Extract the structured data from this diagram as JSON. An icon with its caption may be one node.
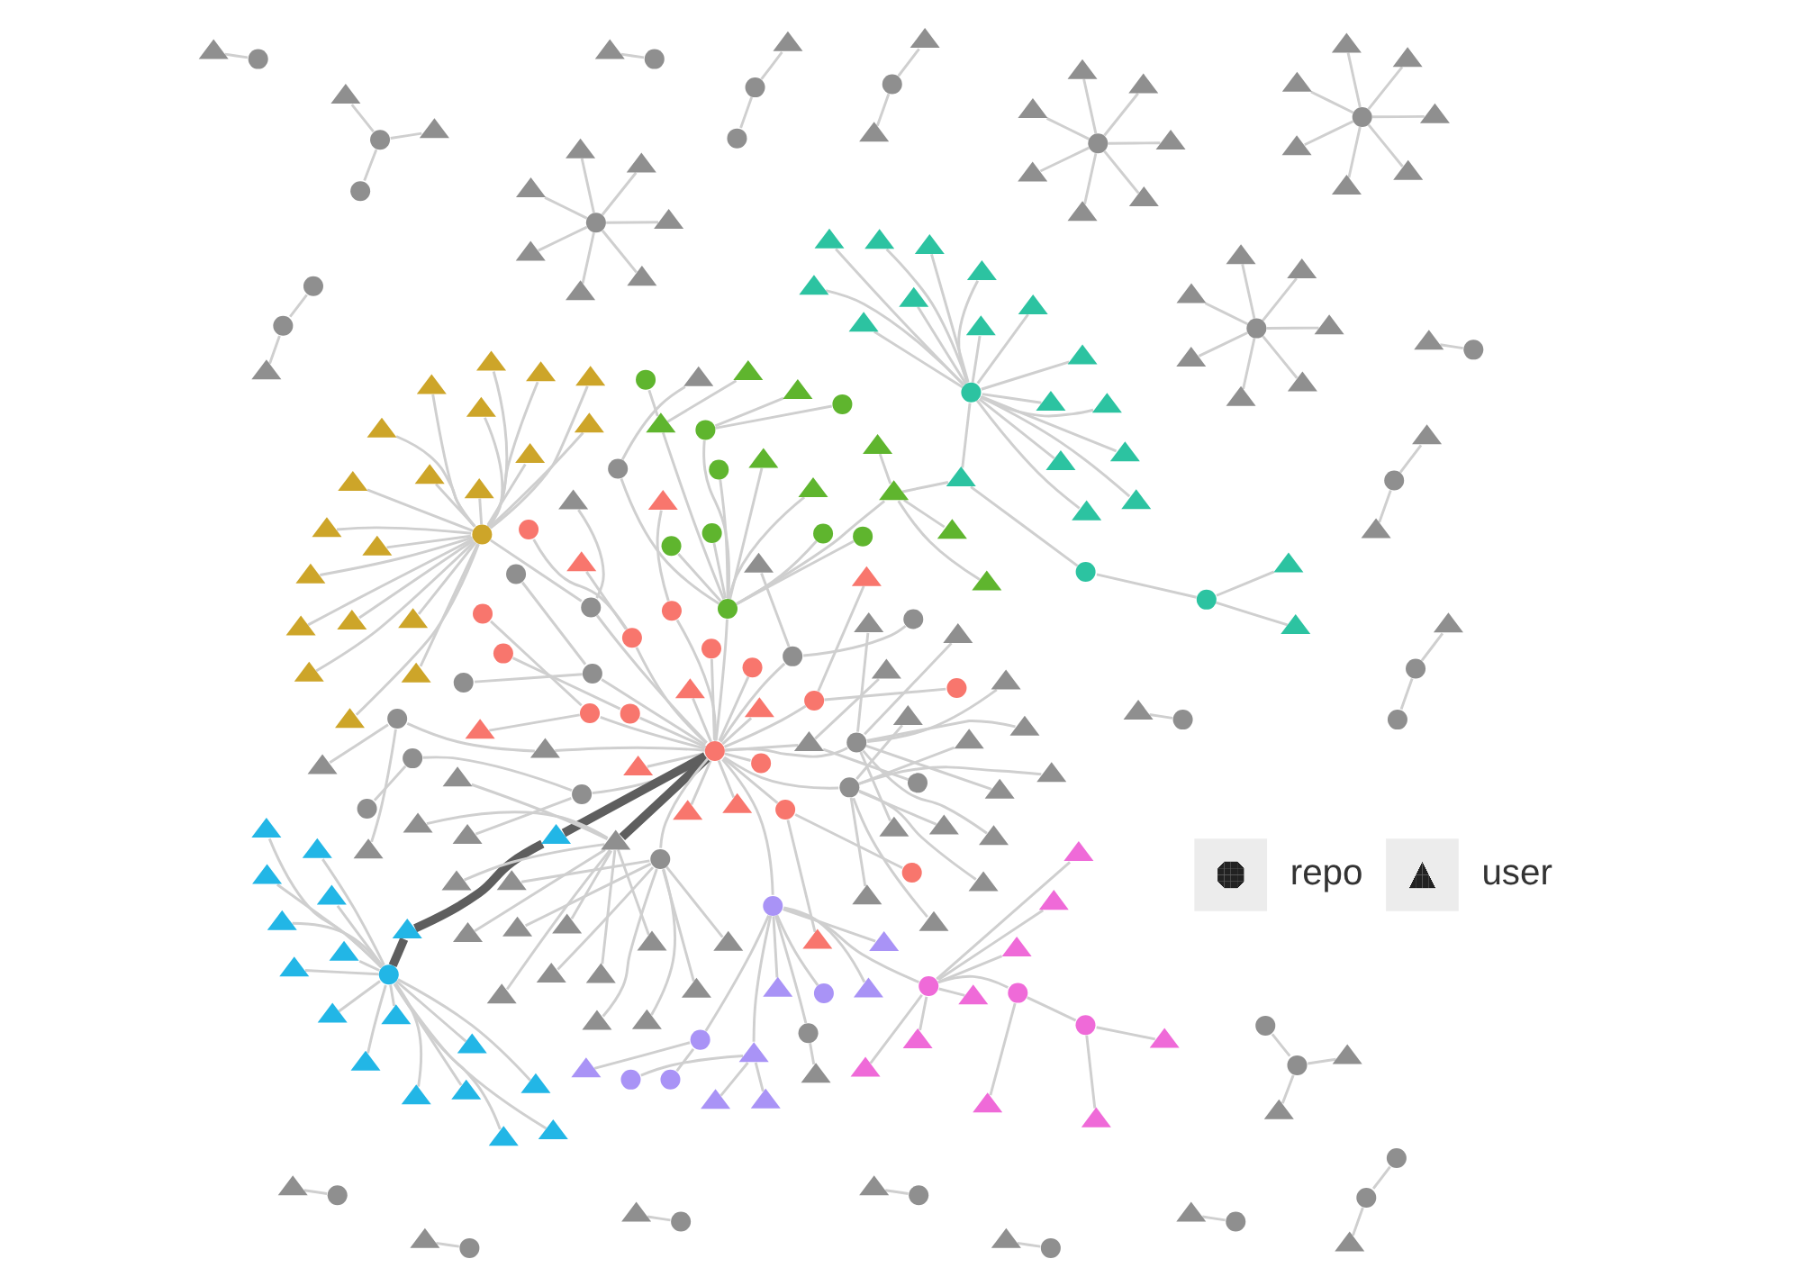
{
  "diagram": {
    "nodes": [
      {
        "text": [],
        "shape": "circle"
      },
      {
        "text": [],
        "shape": "circle"
      },
      {
        "text": [],
        "shape": "triangle"
      },
      {
        "text": [],
        "shape": "circle"
      },
      {
        "text": [],
        "shape": "circle"
      },
      {
        "text": [],
        "shape": "triangle"
      },
      {
        "text": [],
        "shape": "circle"
      },
      {
        "text": [],
        "shape": "triangle"
      },
      {
        "text": [],
        "shape": "circle"
      },
      {
        "text": [],
        "shape": "circle"
      },
      {
        "text": [],
        "shape": "triangle"
      },
      {
        "text": [],
        "shape": "circle"
      },
      {
        "text": [],
        "shape": "triangle"
      },
      {
        "text": [],
        "shape": "circle"
      },
      {
        "text": [],
        "shape": "circle"
      },
      {
        "text": [],
        "shape": "triangle"
      },
      {
        "text": [],
        "shape": "circle"
      },
      {
        "text": [],
        "shape": "triangle"
      },
      {
        "text": [],
        "shape": "circle"
      },
      {
        "text": [],
        "shape": "circle"
      },
      {
        "text": [],
        "shape": "triangle"
      },
      {
        "text": [],
        "shape": "circle"
      },
      {
        "text": [],
        "shape": "triangle"
      },
      {
        "text": [],
        "shape": "circle"
      },
      {
        "text": [],
        "shape": "triangle"
      },
      {
        "text": [],
        "shape": "circle"
      },
      {
        "text": [],
        "shape": "triangle"
      },
      {
        "text": [],
        "shape": "triangle"
      },
      {
        "text": [],
        "shape": "triangle"
      },
      {
        "text": [],
        "shape": "triangle"
      },
      {
        "text": [],
        "shape": "triangle"
      },
      {
        "text": [],
        "shape": "triangle"
      },
      {
        "text": [],
        "shape": "triangle"
      },
      {
        "text": [],
        "shape": "triangle"
      },
      {
        "text": [],
        "shape": "triangle"
      },
      {
        "text": [],
        "shape": "triangle"
      },
      {
        "text": [],
        "shape": "triangle"
      },
      {
        "text": [],
        "shape": "triangle"
      },
      {
        "text": [],
        "shape": "triangle"
      },
      {
        "text": [],
        "shape": "triangle"
      },
      {
        "text": [],
        "shape": "triangle"
      },
      {
        "text": [],
        "shape": "triangle"
      },
      {
        "text": [],
        "shape": "triangle"
      },
      {
        "text": [],
        "shape": "triangle"
      },
      {
        "text": [],
        "shape": "triangle"
      },
      {
        "text": [],
        "shape": "triangle"
      },
      {
        "text": [],
        "shape": "circle"
      },
      {
        "text": [],
        "shape": "triangle"
      },
      {
        "text": [],
        "shape": "triangle"
      },
      {
        "text": [],
        "shape": "triangle"
      },
      {
        "text": [],
        "shape": "triangle"
      },
      {
        "text": [],
        "shape": "triangle"
      },
      {
        "text": [],
        "shape": "triangle"
      },
      {
        "text": [],
        "shape": "triangle"
      },
      {
        "text": [],
        "shape": "triangle"
      },
      {
        "text": [],
        "shape": "triangle"
      },
      {
        "text": [],
        "shape": "triangle"
      },
      {
        "text": [],
        "shape": "triangle"
      },
      {
        "text": [],
        "shape": "triangle"
      },
      {
        "text": [],
        "shape": "triangle"
      },
      {
        "text": [],
        "shape": "triangle"
      },
      {
        "text": [],
        "shape": "triangle"
      },
      {
        "text": [],
        "shape": "triangle"
      },
      {
        "text": [],
        "shape": "triangle"
      },
      {
        "text": [],
        "shape": "circle"
      },
      {
        "text": [],
        "shape": "circle"
      },
      {
        "text": [],
        "shape": "triangle"
      },
      {
        "text": [],
        "shape": "triangle"
      },
      {
        "text": [],
        "shape": "circle"
      },
      {
        "text": [],
        "shape": "triangle"
      },
      {
        "text": [],
        "shape": "triangle"
      },
      {
        "text": [],
        "shape": "triangle"
      },
      {
        "text": [],
        "shape": "triangle"
      },
      {
        "text": [],
        "shape": "triangle"
      },
      {
        "text": [],
        "shape": "triangle"
      },
      {
        "text": [],
        "shape": "triangle"
      },
      {
        "text": [],
        "shape": "triangle"
      },
      {
        "text": [],
        "shape": "triangle"
      },
      {
        "text": [],
        "shape": "triangle"
      },
      {
        "text": [],
        "shape": "triangle"
      },
      {
        "text": [],
        "shape": "triangle"
      },
      {
        "text": [],
        "shape": "triangle"
      },
      {
        "text": [],
        "shape": "triangle"
      },
      {
        "text": [],
        "shape": "triangle"
      },
      {
        "text": [],
        "shape": "triangle"
      },
      {
        "text": [],
        "shape": "triangle"
      },
      {
        "text": [],
        "shape": "triangle"
      },
      {
        "text": [],
        "shape": "circle"
      },
      {
        "text": [],
        "shape": "triangle"
      },
      {
        "text": [],
        "shape": "circle"
      },
      {
        "text": [],
        "shape": "triangle"
      },
      {
        "text": [],
        "shape": "circle"
      },
      {
        "text": [],
        "shape": "circle"
      },
      {
        "text": [],
        "shape": "triangle"
      },
      {
        "text": [],
        "shape": "circle"
      },
      {
        "text": [],
        "shape": "triangle"
      },
      {
        "text": [],
        "shape": "circle"
      },
      {
        "text": [],
        "shape": "circle"
      },
      {
        "text": [],
        "shape": "triangle"
      },
      {
        "text": [],
        "shape": "triangle"
      },
      {
        "text": [],
        "shape": "triangle"
      },
      {
        "text": [],
        "shape": "circle"
      },
      {
        "text": [],
        "shape": "triangle"
      },
      {
        "text": [],
        "shape": "circle"
      },
      {
        "text": [],
        "shape": "triangle"
      },
      {
        "text": [],
        "shape": "circle"
      },
      {
        "text": [],
        "shape": "triangle"
      },
      {
        "text": [],
        "shape": "circle"
      },
      {
        "text": [],
        "shape": "triangle"
      },
      {
        "text": [],
        "shape": "triangle"
      },
      {
        "text": [],
        "shape": "circle"
      },
      {
        "text": [],
        "shape": "triangle"
      },
      {
        "text": [],
        "shape": "circle"
      },
      {
        "text": [],
        "shape": "triangle"
      },
      {
        "text": [],
        "shape": "triangle"
      },
      {
        "text": [],
        "shape": "triangle"
      },
      {
        "text": [],
        "shape": "circle"
      },
      {
        "text": [],
        "shape": "circle"
      },
      {
        "text": [],
        "shape": "triangle"
      },
      {
        "text": [],
        "shape": "triangle"
      },
      {
        "text": [],
        "shape": "triangle"
      },
      {
        "text": [],
        "shape": "triangle"
      },
      {
        "text": [],
        "shape": "triangle"
      },
      {
        "text": [],
        "shape": "triangle"
      },
      {
        "text": [],
        "shape": "circle"
      },
      {
        "text": [],
        "shape": "triangle"
      },
      {
        "text": [],
        "shape": "circle"
      },
      {
        "text": [],
        "shape": "triangle"
      },
      {
        "text": [],
        "shape": "triangle"
      },
      {
        "text": [],
        "shape": "circle"
      },
      {
        "text": [],
        "shape": "triangle"
      },
      {
        "text": [],
        "shape": "circle"
      },
      {
        "text": [],
        "shape": "triangle"
      },
      {
        "text": [],
        "shape": "circle"
      },
      {
        "text": [],
        "shape": "triangle"
      },
      {
        "text": [],
        "shape": "circle"
      },
      {
        "text": [],
        "shape": "triangle"
      },
      {
        "text": [],
        "shape": "circle"
      },
      {
        "text": [],
        "shape": "circle"
      },
      {
        "text": [],
        "shape": "triangle"
      },
      {
        "text": [],
        "shape": "circle"
      },
      {
        "text": [],
        "shape": "triangle"
      },
      {
        "text": [],
        "shape": "triangle"
      },
      {
        "text": [],
        "shape": "circle"
      },
      {
        "text": [],
        "shape": "circle"
      },
      {
        "text": [],
        "shape": "circle"
      },
      {
        "text": [],
        "shape": "triangle"
      },
      {
        "text": [],
        "shape": "triangle"
      },
      {
        "text": [],
        "shape": "triangle"
      },
      {
        "text": [],
        "shape": "triangle"
      },
      {
        "text": [],
        "shape": "triangle"
      },
      {
        "text": [],
        "shape": "triangle"
      },
      {
        "text": [],
        "shape": "triangle"
      },
      {
        "text": [],
        "shape": "triangle"
      },
      {
        "text": [],
        "shape": "triangle"
      },
      {
        "text": [],
        "shape": "circle"
      },
      {
        "text": [],
        "shape": "triangle"
      },
      {
        "text": [],
        "shape": "circle"
      },
      {
        "text": [],
        "shape": "triangle"
      },
      {
        "text": [],
        "shape": "circle"
      },
      {
        "text": [],
        "shape": "triangle"
      },
      {
        "text": [],
        "shape": "circle"
      },
      {
        "text": [],
        "shape": "triangle"
      },
      {
        "text": [],
        "shape": "triangle"
      },
      {
        "text": [],
        "shape": "triangle"
      },
      {
        "text": [],
        "shape": "triangle"
      },
      {
        "text": [],
        "shape": "triangle"
      },
      {
        "text": [],
        "shape": "triangle"
      },
      {
        "text": [],
        "shape": "triangle"
      },
      {
        "text": [],
        "shape": "circle"
      },
      {
        "text": [],
        "shape": "triangle"
      },
      {
        "text": [],
        "shape": "triangle"
      },
      {
        "text": [],
        "shape": "triangle"
      },
      {
        "text": [],
        "shape": "triangle"
      },
      {
        "text": [],
        "shape": "triangle"
      },
      {
        "text": [],
        "shape": "triangle"
      },
      {
        "text": [],
        "shape": "triangle"
      },
      {
        "text": [],
        "shape": "circle"
      },
      {
        "text": [],
        "shape": "triangle"
      },
      {
        "text": [],
        "shape": "triangle"
      },
      {
        "text": [],
        "shape": "triangle"
      },
      {
        "text": [],
        "shape": "triangle"
      },
      {
        "text": [],
        "shape": "triangle"
      },
      {
        "text": [],
        "shape": "triangle"
      },
      {
        "text": [],
        "shape": "triangle"
      },
      {
        "text": [],
        "shape": "circle"
      },
      {
        "text": [],
        "shape": "triangle"
      },
      {
        "text": [],
        "shape": "triangle"
      },
      {
        "text": [],
        "shape": "triangle"
      },
      {
        "text": [],
        "shape": "triangle"
      },
      {
        "text": [],
        "shape": "triangle"
      },
      {
        "text": [],
        "shape": "triangle"
      },
      {
        "text": [],
        "shape": "triangle"
      },
      {
        "text": [],
        "shape": "circle"
      },
      {
        "text": [],
        "shape": "triangle"
      },
      {
        "text": [],
        "shape": "triangle"
      },
      {
        "text": [],
        "shape": "triangle"
      },
      {
        "text": [],
        "shape": "triangle"
      },
      {
        "text": [],
        "shape": "triangle"
      },
      {
        "text": [],
        "shape": "triangle"
      },
      {
        "text": [],
        "shape": "triangle"
      },
      {
        "text": [],
        "shape": "circle"
      },
      {
        "text": [],
        "shape": "triangle"
      },
      {
        "text": [],
        "shape": "triangle"
      },
      {
        "text": [],
        "shape": "triangle"
      },
      {
        "text": [],
        "shape": "triangle"
      },
      {
        "text": [],
        "shape": "triangle"
      },
      {
        "text": [],
        "shape": "triangle"
      },
      {
        "text": [],
        "shape": "triangle"
      },
      {
        "text": [],
        "shape": "circle"
      },
      {
        "text": [],
        "shape": "triangle"
      },
      {
        "text": [],
        "shape": "triangle"
      },
      {
        "text": [],
        "shape": "triangle"
      },
      {
        "text": [],
        "shape": "triangle"
      },
      {
        "text": [],
        "shape": "triangle"
      },
      {
        "text": [],
        "shape": "triangle"
      },
      {
        "text": [],
        "shape": "triangle"
      },
      {
        "text": [],
        "shape": "triangle"
      },
      {
        "text": [],
        "shape": "circle"
      },
      {
        "text": [],
        "shape": "triangle"
      },
      {
        "text": [],
        "shape": "circle"
      },
      {
        "text": [],
        "shape": "triangle"
      },
      {
        "text": [],
        "shape": "circle"
      },
      {
        "text": [],
        "shape": "triangle"
      },
      {
        "text": [],
        "shape": "circle"
      },
      {
        "text": [],
        "shape": "triangle"
      },
      {
        "text": [],
        "shape": "circle"
      },
      {
        "text": [],
        "shape": "triangle"
      },
      {
        "text": [],
        "shape": "circle"
      },
      {
        "text": [],
        "shape": "triangle"
      },
      {
        "text": [],
        "shape": "circle"
      },
      {
        "text": [],
        "shape": "triangle"
      },
      {
        "text": [],
        "shape": "circle"
      },
      {
        "text": [],
        "shape": "triangle"
      },
      {
        "text": [],
        "shape": "circle"
      },
      {
        "text": [],
        "shape": "triangle"
      },
      {
        "text": [],
        "shape": "circle"
      },
      {
        "text": [],
        "shape": "circle"
      },
      {
        "text": [],
        "shape": "triangle"
      },
      {
        "text": [],
        "shape": "triangle"
      },
      {
        "text": [],
        "shape": "circle"
      },
      {
        "text": [],
        "shape": "triangle"
      },
      {
        "text": [],
        "shape": "circle"
      },
      {
        "text": [],
        "shape": "circle"
      },
      {
        "text": [],
        "shape": "circle"
      },
      {
        "text": [],
        "shape": "triangle"
      },
      {
        "text": [],
        "shape": "circle"
      },
      {
        "text": [],
        "shape": "triangle"
      },
      {
        "text": [],
        "shape": "triangle"
      },
      {
        "text": [],
        "shape": "circle"
      },
      {
        "text": [],
        "shape": "circle"
      },
      {
        "text": [],
        "shape": "triangle"
      },
      {
        "text": [],
        "shape": "circle"
      },
      {
        "text": [],
        "shape": "triangle"
      },
      {
        "text": [],
        "shape": "circle"
      },
      {
        "text": [],
        "shape": "circle"
      },
      {
        "text": [],
        "shape": "triangle"
      },
      {
        "text": [],
        "shape": "triangle"
      },
      {
        "text": [],
        "shape": "circle"
      },
      {
        "text": [],
        "shape": "circle"
      },
      {
        "text": [],
        "shape": "triangle"
      },
      {
        "text": [],
        "shape": "circle"
      },
      {
        "text": [],
        "shape": "triangle"
      }
    ],
    "edges": [
      {
        "from": 0,
        "to": 1,
        "arrow": "none"
      },
      {
        "from": 0,
        "to": 2,
        "arrow": "none"
      },
      {
        "from": 0,
        "to": 3,
        "arrow": "none"
      },
      {
        "from": 0,
        "to": 4,
        "arrow": "none"
      },
      {
        "from": 0,
        "to": 5,
        "arrow": "none"
      },
      {
        "from": 0,
        "to": 6,
        "arrow": "none"
      },
      {
        "from": 0,
        "to": 7,
        "arrow": "none"
      },
      {
        "from": 0,
        "to": 8,
        "arrow": "none"
      },
      {
        "from": 0,
        "to": 9,
        "arrow": "none"
      },
      {
        "from": 0,
        "to": 10,
        "arrow": "none"
      },
      {
        "from": 0,
        "to": 11,
        "arrow": "none"
      },
      {
        "from": 0,
        "to": 12,
        "arrow": "none"
      },
      {
        "from": 0,
        "to": 13,
        "arrow": "none"
      },
      {
        "from": 0,
        "to": 14,
        "arrow": "none"
      },
      {
        "from": 3,
        "to": 15,
        "arrow": "none"
      },
      {
        "from": 3,
        "to": 16,
        "arrow": "none"
      },
      {
        "from": 6,
        "to": 17,
        "arrow": "none"
      },
      {
        "from": 6,
        "to": 18,
        "arrow": "none"
      },
      {
        "from": 9,
        "to": 19,
        "arrow": "none"
      },
      {
        "from": 9,
        "to": 20,
        "arrow": "none"
      },
      {
        "from": 11,
        "to": 21,
        "arrow": "none"
      },
      {
        "from": 13,
        "to": 22,
        "arrow": "none"
      },
      {
        "from": 13,
        "to": 23,
        "arrow": "none"
      },
      {
        "from": 8,
        "to": 24,
        "arrow": "none"
      },
      {
        "from": 25,
        "to": 26,
        "arrow": "none"
      },
      {
        "from": 25,
        "to": 27,
        "arrow": "none"
      },
      {
        "from": 25,
        "to": 28,
        "arrow": "none"
      },
      {
        "from": 25,
        "to": 29,
        "arrow": "none"
      },
      {
        "from": 25,
        "to": 30,
        "arrow": "none"
      },
      {
        "from": 25,
        "to": 31,
        "arrow": "none"
      },
      {
        "from": 25,
        "to": 32,
        "arrow": "none"
      },
      {
        "from": 25,
        "to": 33,
        "arrow": "none"
      },
      {
        "from": 25,
        "to": 34,
        "arrow": "none"
      },
      {
        "from": 25,
        "to": 35,
        "arrow": "none"
      },
      {
        "from": 25,
        "to": 36,
        "arrow": "none"
      },
      {
        "from": 25,
        "to": 37,
        "arrow": "none"
      },
      {
        "from": 25,
        "to": 38,
        "arrow": "none"
      },
      {
        "from": 25,
        "to": 39,
        "arrow": "none"
      },
      {
        "from": 25,
        "to": 40,
        "arrow": "none"
      },
      {
        "from": 25,
        "to": 41,
        "arrow": "none"
      },
      {
        "from": 25,
        "to": 42,
        "arrow": "none"
      },
      {
        "from": 25,
        "to": 43,
        "arrow": "none"
      },
      {
        "from": 25,
        "to": 44,
        "arrow": "none"
      },
      {
        "from": 25,
        "to": 45,
        "arrow": "none"
      },
      {
        "from": 46,
        "to": 47,
        "arrow": "none"
      },
      {
        "from": 46,
        "to": 48,
        "arrow": "none"
      },
      {
        "from": 46,
        "to": 49,
        "arrow": "none"
      },
      {
        "from": 46,
        "to": 50,
        "arrow": "none"
      },
      {
        "from": 46,
        "to": 51,
        "arrow": "none"
      },
      {
        "from": 46,
        "to": 52,
        "arrow": "none"
      },
      {
        "from": 46,
        "to": 53,
        "arrow": "none"
      },
      {
        "from": 46,
        "to": 54,
        "arrow": "none"
      },
      {
        "from": 46,
        "to": 55,
        "arrow": "none"
      },
      {
        "from": 46,
        "to": 56,
        "arrow": "none"
      },
      {
        "from": 46,
        "to": 57,
        "arrow": "none"
      },
      {
        "from": 46,
        "to": 58,
        "arrow": "none"
      },
      {
        "from": 46,
        "to": 59,
        "arrow": "none"
      },
      {
        "from": 46,
        "to": 60,
        "arrow": "none"
      },
      {
        "from": 46,
        "to": 61,
        "arrow": "none"
      },
      {
        "from": 46,
        "to": 62,
        "arrow": "none"
      },
      {
        "from": 46,
        "to": 63,
        "arrow": "none"
      },
      {
        "from": 63,
        "to": 64,
        "arrow": "none"
      },
      {
        "from": 64,
        "to": 65,
        "arrow": "none"
      },
      {
        "from": 65,
        "to": 66,
        "arrow": "none"
      },
      {
        "from": 65,
        "to": 67,
        "arrow": "none"
      },
      {
        "from": 68,
        "to": 69,
        "arrow": "none"
      },
      {
        "from": 68,
        "to": 70,
        "arrow": "none"
      },
      {
        "from": 68,
        "to": 71,
        "arrow": "none"
      },
      {
        "from": 68,
        "to": 72,
        "arrow": "none"
      },
      {
        "from": 68,
        "to": 73,
        "arrow": "none"
      },
      {
        "from": 68,
        "to": 74,
        "arrow": "none"
      },
      {
        "from": 68,
        "to": 75,
        "arrow": "none"
      },
      {
        "from": 68,
        "to": 76,
        "arrow": "none"
      },
      {
        "from": 68,
        "to": 77,
        "arrow": "none"
      },
      {
        "from": 68,
        "to": 78,
        "arrow": "none"
      },
      {
        "from": 68,
        "to": 79,
        "arrow": "none"
      },
      {
        "from": 68,
        "to": 80,
        "arrow": "none"
      },
      {
        "from": 68,
        "to": 81,
        "arrow": "none"
      },
      {
        "from": 68,
        "to": 82,
        "arrow": "none"
      },
      {
        "from": 68,
        "to": 83,
        "arrow": "none"
      },
      {
        "from": 68,
        "to": 84,
        "arrow": "none"
      },
      {
        "from": 68,
        "to": 85,
        "arrow": "none",
        "style": "thick",
        "color": "#5e5e5e"
      },
      {
        "from": 85,
        "to": 86,
        "arrow": "none",
        "style": "thick",
        "color": "#5e5e5e"
      },
      {
        "from": 86,
        "to": 0,
        "arrow": "none",
        "style": "thick",
        "color": "#5e5e5e"
      },
      {
        "from": 87,
        "to": 88,
        "arrow": "none"
      },
      {
        "from": 87,
        "to": 89,
        "arrow": "none"
      },
      {
        "from": 87,
        "to": 90,
        "arrow": "none"
      },
      {
        "from": 87,
        "to": 91,
        "arrow": "none"
      },
      {
        "from": 87,
        "to": 92,
        "arrow": "none"
      },
      {
        "from": 87,
        "to": 93,
        "arrow": "none"
      },
      {
        "from": 87,
        "to": 94,
        "arrow": "none"
      },
      {
        "from": 87,
        "to": 95,
        "arrow": "none"
      },
      {
        "from": 87,
        "to": 96,
        "arrow": "none"
      },
      {
        "from": 87,
        "to": 97,
        "arrow": "none"
      },
      {
        "from": 88,
        "to": 98,
        "arrow": "none"
      },
      {
        "from": 88,
        "to": 99,
        "arrow": "none"
      },
      {
        "from": 88,
        "to": 100,
        "arrow": "none"
      },
      {
        "from": 92,
        "to": 101,
        "arrow": "none"
      },
      {
        "from": 92,
        "to": 102,
        "arrow": "none"
      },
      {
        "from": 95,
        "to": 103,
        "arrow": "none"
      },
      {
        "from": 95,
        "to": 104,
        "arrow": "none"
      },
      {
        "from": 87,
        "to": 0,
        "arrow": "none"
      },
      {
        "from": 63,
        "to": 88,
        "arrow": "none"
      },
      {
        "from": 105,
        "to": 106,
        "arrow": "none"
      },
      {
        "from": 105,
        "to": 107,
        "arrow": "none"
      },
      {
        "from": 105,
        "to": 108,
        "arrow": "none"
      },
      {
        "from": 105,
        "to": 109,
        "arrow": "none"
      },
      {
        "from": 105,
        "to": 110,
        "arrow": "none"
      },
      {
        "from": 105,
        "to": 111,
        "arrow": "none"
      },
      {
        "from": 108,
        "to": 112,
        "arrow": "none"
      },
      {
        "from": 108,
        "to": 113,
        "arrow": "none"
      },
      {
        "from": 108,
        "to": 114,
        "arrow": "none"
      },
      {
        "from": 110,
        "to": 115,
        "arrow": "none"
      },
      {
        "from": 110,
        "to": 116,
        "arrow": "none"
      },
      {
        "from": 105,
        "to": 0,
        "arrow": "none"
      },
      {
        "from": 117,
        "to": 118,
        "arrow": "none"
      },
      {
        "from": 117,
        "to": 119,
        "arrow": "none"
      },
      {
        "from": 117,
        "to": 120,
        "arrow": "none"
      },
      {
        "from": 117,
        "to": 121,
        "arrow": "none"
      },
      {
        "from": 117,
        "to": 122,
        "arrow": "none"
      },
      {
        "from": 117,
        "to": 123,
        "arrow": "none"
      },
      {
        "from": 117,
        "to": 124,
        "arrow": "none"
      },
      {
        "from": 124,
        "to": 125,
        "arrow": "none"
      },
      {
        "from": 124,
        "to": 126,
        "arrow": "none"
      },
      {
        "from": 126,
        "to": 127,
        "arrow": "none"
      },
      {
        "from": 126,
        "to": 128,
        "arrow": "none"
      },
      {
        "from": 117,
        "to": 105,
        "arrow": "none"
      },
      {
        "from": 0,
        "to": 129,
        "arrow": "none"
      },
      {
        "from": 129,
        "to": 130,
        "arrow": "none"
      },
      {
        "from": 129,
        "to": 131,
        "arrow": "none"
      },
      {
        "from": 0,
        "to": 132,
        "arrow": "none"
      },
      {
        "from": 132,
        "to": 133,
        "arrow": "none"
      },
      {
        "from": 132,
        "to": 134,
        "arrow": "none"
      },
      {
        "from": 0,
        "to": 135,
        "arrow": "none"
      },
      {
        "from": 135,
        "to": 136,
        "arrow": "none"
      },
      {
        "from": 135,
        "to": 137,
        "arrow": "none"
      },
      {
        "from": 137,
        "to": 138,
        "arrow": "none"
      },
      {
        "from": 0,
        "to": 139,
        "arrow": "none"
      },
      {
        "from": 139,
        "to": 140,
        "arrow": "none"
      },
      {
        "from": 140,
        "to": 141,
        "arrow": "none"
      },
      {
        "from": 140,
        "to": 142,
        "arrow": "none"
      },
      {
        "from": 0,
        "to": 143,
        "arrow": "none"
      },
      {
        "from": 143,
        "to": 144,
        "arrow": "none"
      },
      {
        "from": 143,
        "to": 145,
        "arrow": "none"
      },
      {
        "from": 0,
        "to": 146,
        "arrow": "none",
        "style": "thick",
        "color": "#5e5e5e"
      },
      {
        "from": 146,
        "to": 147,
        "arrow": "none"
      },
      {
        "from": 146,
        "to": 148,
        "arrow": "none"
      },
      {
        "from": 146,
        "to": 149,
        "arrow": "none"
      },
      {
        "from": 146,
        "to": 150,
        "arrow": "none"
      },
      {
        "from": 146,
        "to": 151,
        "arrow": "none"
      },
      {
        "from": 146,
        "to": 152,
        "arrow": "none"
      },
      {
        "from": 146,
        "to": 153,
        "arrow": "none"
      },
      {
        "from": 146,
        "to": 154,
        "arrow": "none"
      },
      {
        "from": 25,
        "to": 155,
        "arrow": "none"
      },
      {
        "from": 155,
        "to": 0,
        "arrow": "none"
      },
      {
        "from": 155,
        "to": 156,
        "arrow": "none"
      },
      {
        "from": 105,
        "to": 157,
        "arrow": "none"
      },
      {
        "from": 157,
        "to": 158,
        "arrow": "none"
      },
      {
        "from": 87,
        "to": 159,
        "arrow": "none"
      },
      {
        "from": 159,
        "to": 160,
        "arrow": "none"
      },
      {
        "from": 161,
        "to": 162,
        "arrow": "none"
      },
      {
        "from": 161,
        "to": 163,
        "arrow": "none"
      },
      {
        "from": 161,
        "to": 164,
        "arrow": "none"
      },
      {
        "from": 161,
        "to": 165,
        "arrow": "none"
      },
      {
        "from": 161,
        "to": 166,
        "arrow": "none"
      },
      {
        "from": 161,
        "to": 167,
        "arrow": "none"
      },
      {
        "from": 161,
        "to": 168,
        "arrow": "none"
      },
      {
        "from": 161,
        "to": 0,
        "arrow": "none"
      },
      {
        "from": 169,
        "to": 170,
        "arrow": "none"
      },
      {
        "from": 169,
        "to": 171,
        "arrow": "none"
      },
      {
        "from": 169,
        "to": 172,
        "arrow": "none"
      },
      {
        "from": 169,
        "to": 173,
        "arrow": "none"
      },
      {
        "from": 169,
        "to": 174,
        "arrow": "none"
      },
      {
        "from": 169,
        "to": 175,
        "arrow": "none"
      },
      {
        "from": 169,
        "to": 176,
        "arrow": "none"
      },
      {
        "from": 169,
        "to": 0,
        "arrow": "none"
      },
      {
        "from": 177,
        "to": 178,
        "arrow": "none"
      },
      {
        "from": 177,
        "to": 179,
        "arrow": "none"
      },
      {
        "from": 177,
        "to": 180,
        "arrow": "none"
      },
      {
        "from": 177,
        "to": 181,
        "arrow": "none"
      },
      {
        "from": 177,
        "to": 182,
        "arrow": "none"
      },
      {
        "from": 177,
        "to": 183,
        "arrow": "none"
      },
      {
        "from": 177,
        "to": 184,
        "arrow": "none"
      },
      {
        "from": 177,
        "to": 0,
        "arrow": "none"
      },
      {
        "from": 185,
        "to": 186,
        "arrow": "none"
      },
      {
        "from": 185,
        "to": 187,
        "arrow": "none"
      },
      {
        "from": 185,
        "to": 188,
        "arrow": "none"
      },
      {
        "from": 185,
        "to": 189,
        "arrow": "none"
      },
      {
        "from": 185,
        "to": 190,
        "arrow": "none"
      },
      {
        "from": 185,
        "to": 191,
        "arrow": "none"
      },
      {
        "from": 185,
        "to": 192,
        "arrow": "none"
      },
      {
        "from": 193,
        "to": 194,
        "arrow": "none"
      },
      {
        "from": 193,
        "to": 195,
        "arrow": "none"
      },
      {
        "from": 193,
        "to": 196,
        "arrow": "none"
      },
      {
        "from": 193,
        "to": 197,
        "arrow": "none"
      },
      {
        "from": 193,
        "to": 198,
        "arrow": "none"
      },
      {
        "from": 193,
        "to": 199,
        "arrow": "none"
      },
      {
        "from": 193,
        "to": 200,
        "arrow": "none"
      },
      {
        "from": 201,
        "to": 202,
        "arrow": "none"
      },
      {
        "from": 201,
        "to": 203,
        "arrow": "none"
      },
      {
        "from": 201,
        "to": 204,
        "arrow": "none"
      },
      {
        "from": 201,
        "to": 205,
        "arrow": "none"
      },
      {
        "from": 201,
        "to": 206,
        "arrow": "none"
      },
      {
        "from": 201,
        "to": 207,
        "arrow": "none"
      },
      {
        "from": 201,
        "to": 208,
        "arrow": "none"
      },
      {
        "from": 209,
        "to": 210,
        "arrow": "none"
      },
      {
        "from": 209,
        "to": 211,
        "arrow": "none"
      },
      {
        "from": 209,
        "to": 212,
        "arrow": "none"
      },
      {
        "from": 209,
        "to": 213,
        "arrow": "none"
      },
      {
        "from": 209,
        "to": 214,
        "arrow": "none"
      },
      {
        "from": 209,
        "to": 215,
        "arrow": "none"
      },
      {
        "from": 209,
        "to": 216,
        "arrow": "none"
      },
      {
        "from": 217,
        "to": 218,
        "arrow": "none"
      },
      {
        "from": 219,
        "to": 220,
        "arrow": "none"
      },
      {
        "from": 221,
        "to": 222,
        "arrow": "none"
      },
      {
        "from": 223,
        "to": 224,
        "arrow": "none"
      },
      {
        "from": 225,
        "to": 226,
        "arrow": "none"
      },
      {
        "from": 227,
        "to": 228,
        "arrow": "none"
      },
      {
        "from": 229,
        "to": 230,
        "arrow": "none"
      },
      {
        "from": 231,
        "to": 232,
        "arrow": "none"
      },
      {
        "from": 233,
        "to": 234,
        "arrow": "none"
      },
      {
        "from": 235,
        "to": 236,
        "arrow": "none"
      },
      {
        "from": 237,
        "to": 238,
        "arrow": "none"
      },
      {
        "from": 237,
        "to": 239,
        "arrow": "none"
      },
      {
        "from": 240,
        "to": 241,
        "arrow": "none"
      },
      {
        "from": 240,
        "to": 242,
        "arrow": "none"
      },
      {
        "from": 243,
        "to": 244,
        "arrow": "none"
      },
      {
        "from": 243,
        "to": 245,
        "arrow": "none"
      },
      {
        "from": 246,
        "to": 247,
        "arrow": "none"
      },
      {
        "from": 246,
        "to": 248,
        "arrow": "none"
      },
      {
        "from": 249,
        "to": 250,
        "arrow": "none"
      },
      {
        "from": 249,
        "to": 251,
        "arrow": "none"
      },
      {
        "from": 252,
        "to": 253,
        "arrow": "none"
      },
      {
        "from": 252,
        "to": 254,
        "arrow": "none"
      },
      {
        "from": 255,
        "to": 256,
        "arrow": "none"
      },
      {
        "from": 255,
        "to": 257,
        "arrow": "none"
      },
      {
        "from": 255,
        "to": 258,
        "arrow": "none"
      },
      {
        "from": 259,
        "to": 260,
        "arrow": "none"
      },
      {
        "from": 259,
        "to": 261,
        "arrow": "none"
      },
      {
        "from": 259,
        "to": 262,
        "arrow": "none"
      }
    ],
    "legend": [
      {
        "text": "repo"
      },
      {
        "text": "user"
      }
    ]
  }
}
